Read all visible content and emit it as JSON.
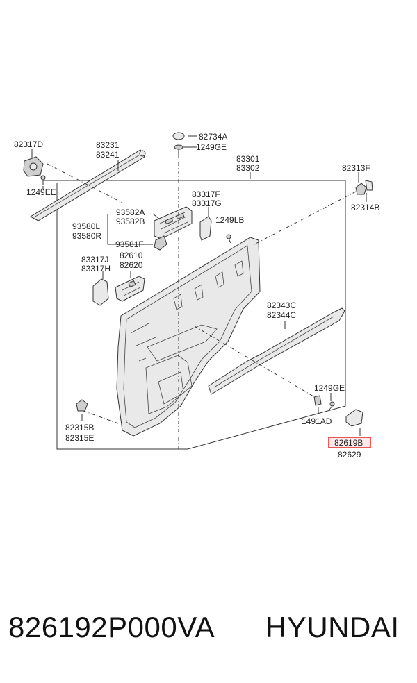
{
  "labels": {
    "p82317D": "82317D",
    "p1249EE": "1249EE",
    "p83231": "83231",
    "p83241": "83241",
    "p82734A": "82734A",
    "p1249GE_top": "1249GE",
    "p83301": "83301",
    "p83302": "83302",
    "p82313F": "82313F",
    "p82314B": "82314B",
    "p83317F": "83317F",
    "p83317G": "83317G",
    "p93582A": "93582A",
    "p93582B": "93582B",
    "p93580L": "93580L",
    "p93580R": "93580R",
    "p93581F": "93581F",
    "p1249LB": "1249LB",
    "p83317J": "83317J",
    "p83317H": "83317H",
    "p82610": "82610",
    "p82620": "82620",
    "p82343C": "82343C",
    "p82344C": "82344C",
    "p1249GE_bottom": "1249GE",
    "p1491AD": "1491AD",
    "p82315B": "82315B",
    "p82315E": "82315E",
    "p82619B": "82619B",
    "p82629": "82629"
  },
  "highlight": {
    "part": "82619B",
    "color": "#e02424"
  },
  "footer": {
    "part_number": "826192P000VA",
    "brand": "HYUNDAI"
  }
}
